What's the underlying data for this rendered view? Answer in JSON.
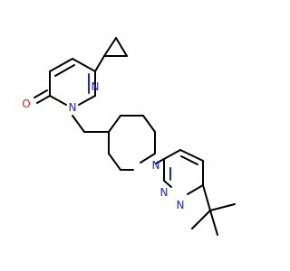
{
  "molecule": {
    "atoms": {
      "o1": "O",
      "n1": "N",
      "n2": "N",
      "n3": "N",
      "n4": "N",
      "n5": "N"
    },
    "colors": {
      "bond": "#000000",
      "nitrogen": "#2020e0",
      "oxygen": "#e0201e"
    }
  }
}
